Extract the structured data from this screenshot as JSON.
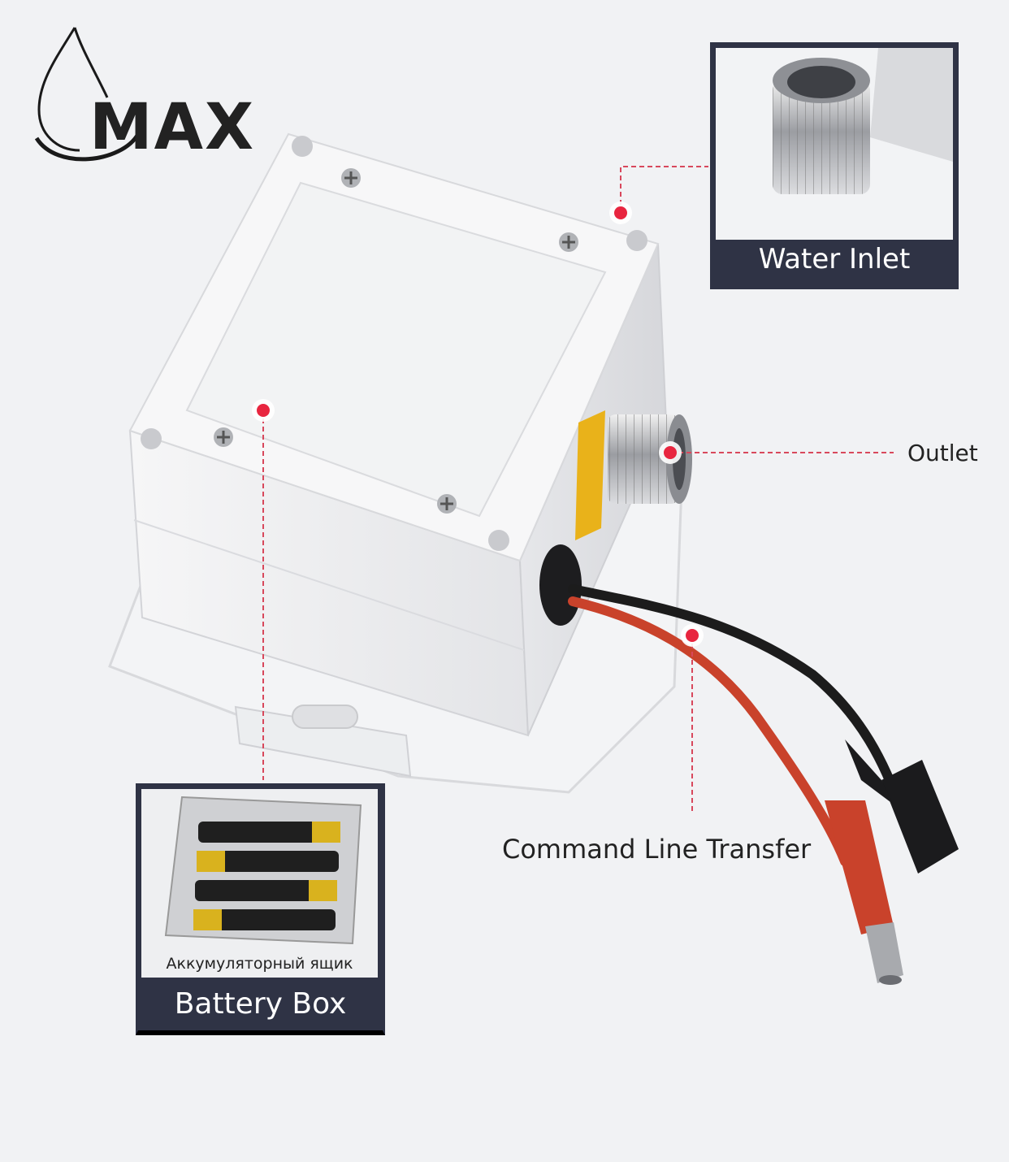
{
  "brand": {
    "logo_text": "MAX",
    "logo_icon": "water-drop-swoosh"
  },
  "callouts": {
    "water_inlet": "Water Inlet",
    "outlet": "Outlet",
    "command_line": "Command Line Transfer",
    "battery_box": "Battery Box",
    "battery_box_sublabel": "Аккумуляторный ящик"
  },
  "colors": {
    "callout_dot": "#e8253f",
    "leader_line": "#d8485c",
    "inset_caption_bg": "#2f3345",
    "wire_red": "#c9422b",
    "wire_black": "#1c1c1c"
  }
}
